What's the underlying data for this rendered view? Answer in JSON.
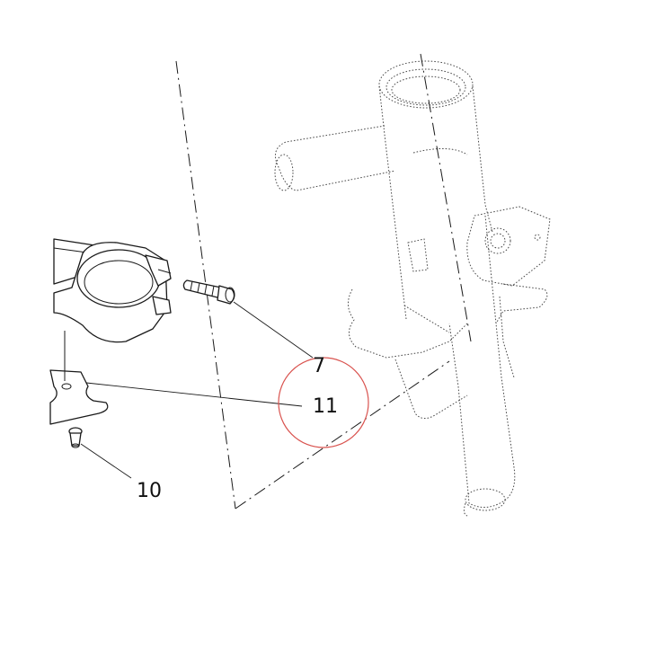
{
  "callouts": [
    {
      "id": "7",
      "label": "7"
    },
    {
      "id": "11",
      "label": "11"
    },
    {
      "id": "10",
      "label": "10"
    }
  ],
  "highlight": {
    "callout": "11",
    "color": "#d9534f"
  },
  "icons": [
    "frame-head-tube-ghost",
    "handlebar-clamp",
    "clamp-bolt",
    "bracket-plate",
    "plate-screw",
    "centerline-axis"
  ]
}
